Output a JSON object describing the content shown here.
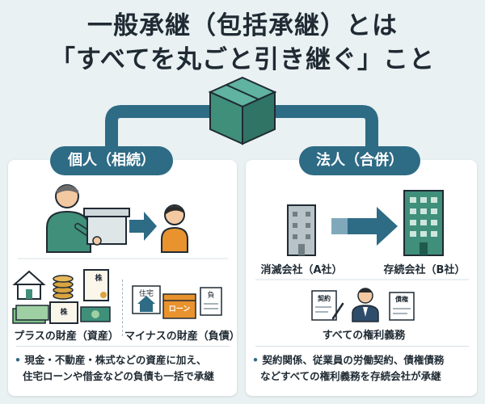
{
  "title": {
    "line1": "一般承継（包括承継）とは",
    "line2": "「すべてを丸ごと引き継ぐ」こと"
  },
  "left": {
    "heading": "個人（相続）",
    "assets_label": "プラスの財産（資産）",
    "liabilities_label": "マイナスの財産（負債）",
    "icon_text": {
      "stock": "株",
      "house": "住宅",
      "loan": "ローン",
      "debt": "負"
    },
    "bullet": {
      "line1": "現金・不動産・株式などの資産に加え、",
      "line2": "住宅ローンや借金などの負債も一括で承継"
    }
  },
  "right": {
    "heading": "法人（合併）",
    "company_a": "消滅会社（A社）",
    "company_b": "存続会社（B社）",
    "rights_label": "すべての権利義務",
    "icon_text": {
      "contract": "契約",
      "claim": "債権"
    },
    "bullet": {
      "line1": "契約関係、従業員の労働契約、債権債務",
      "line2": "などすべての権利義務を存続会社が承継"
    }
  },
  "colors": {
    "accent": "#2e6b85",
    "green": "#3f8f7a",
    "orange": "#e8932e",
    "gold": "#d9a441"
  }
}
